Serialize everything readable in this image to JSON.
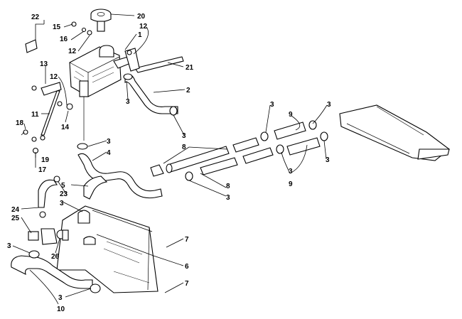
{
  "callouts": [
    {
      "id": "c22",
      "text": "22"
    },
    {
      "id": "c15",
      "text": "15"
    },
    {
      "id": "c16",
      "text": "16"
    },
    {
      "id": "c12a",
      "text": "12"
    },
    {
      "id": "c20",
      "text": "20"
    },
    {
      "id": "c12b",
      "text": "12"
    },
    {
      "id": "c1",
      "text": "1"
    },
    {
      "id": "c21",
      "text": "21"
    },
    {
      "id": "c13",
      "text": "13"
    },
    {
      "id": "c12c",
      "text": "12"
    },
    {
      "id": "c2",
      "text": "2"
    },
    {
      "id": "c3a",
      "text": "3"
    },
    {
      "id": "c11",
      "text": "11"
    },
    {
      "id": "c14",
      "text": "14"
    },
    {
      "id": "c18",
      "text": "18"
    },
    {
      "id": "c19",
      "text": "19"
    },
    {
      "id": "c17",
      "text": "17"
    },
    {
      "id": "c3b",
      "text": "3"
    },
    {
      "id": "c4",
      "text": "4"
    },
    {
      "id": "c8a",
      "text": "8"
    },
    {
      "id": "c3c",
      "text": "3"
    },
    {
      "id": "c9a",
      "text": "9"
    },
    {
      "id": "c3d",
      "text": "3"
    },
    {
      "id": "c3e",
      "text": "3"
    },
    {
      "id": "c3f",
      "text": "3"
    },
    {
      "id": "c3g",
      "text": "3"
    },
    {
      "id": "c9b",
      "text": "9"
    },
    {
      "id": "c8b",
      "text": "8"
    },
    {
      "id": "c3h",
      "text": "3"
    },
    {
      "id": "c5",
      "text": "5"
    },
    {
      "id": "c23",
      "text": "23"
    },
    {
      "id": "c24",
      "text": "24"
    },
    {
      "id": "c3i",
      "text": "3"
    },
    {
      "id": "c25",
      "text": "25"
    },
    {
      "id": "c26",
      "text": "26"
    },
    {
      "id": "c7a",
      "text": "7"
    },
    {
      "id": "c3j",
      "text": "3"
    },
    {
      "id": "c6",
      "text": "6"
    },
    {
      "id": "c7b",
      "text": "7"
    },
    {
      "id": "c3k",
      "text": "3"
    },
    {
      "id": "c10",
      "text": "10"
    }
  ]
}
